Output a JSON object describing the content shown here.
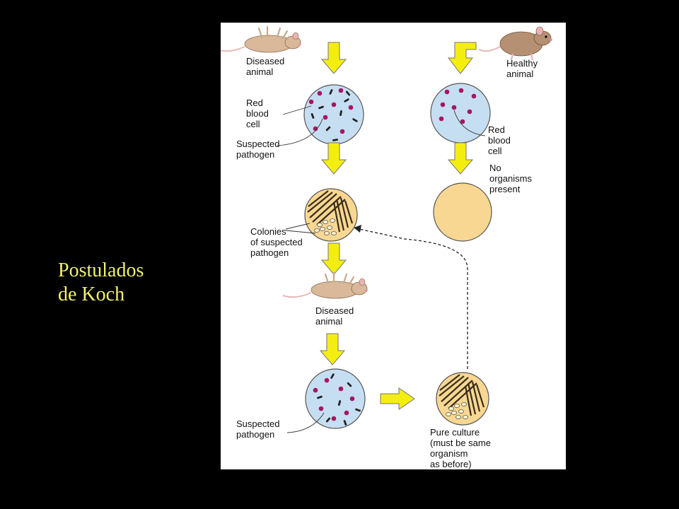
{
  "slide": {
    "title_lines": [
      "Postulados",
      "de Koch"
    ]
  },
  "diagram": {
    "labels": {
      "diseased_animal_top": [
        "Diseased",
        "animal"
      ],
      "healthy_animal": [
        "Healthy",
        "animal"
      ],
      "red_blood_cell_left": [
        "Red",
        "blood",
        "cell"
      ],
      "suspected_pathogen_top": [
        "Suspected",
        "pathogen"
      ],
      "red_blood_cell_right": [
        "Red",
        "blood",
        "cell"
      ],
      "no_organisms": [
        "No",
        "organisms",
        "present"
      ],
      "colonies": [
        "Colonies",
        "of suspected",
        "pathogen"
      ],
      "diseased_animal_middle": [
        "Diseased",
        "animal"
      ],
      "suspected_pathogen_bottom": [
        "Suspected",
        "pathogen"
      ],
      "pure_culture": [
        "Pure culture",
        "(must be same",
        "organism",
        "as before)"
      ]
    },
    "colors": {
      "arrow_yellow": "#f4ee10",
      "blood_blue": "#c5def2",
      "plate_tan": "#f8d792",
      "rbc_magenta": "#a5155f",
      "mouse_tan": "#d9b99a"
    }
  }
}
